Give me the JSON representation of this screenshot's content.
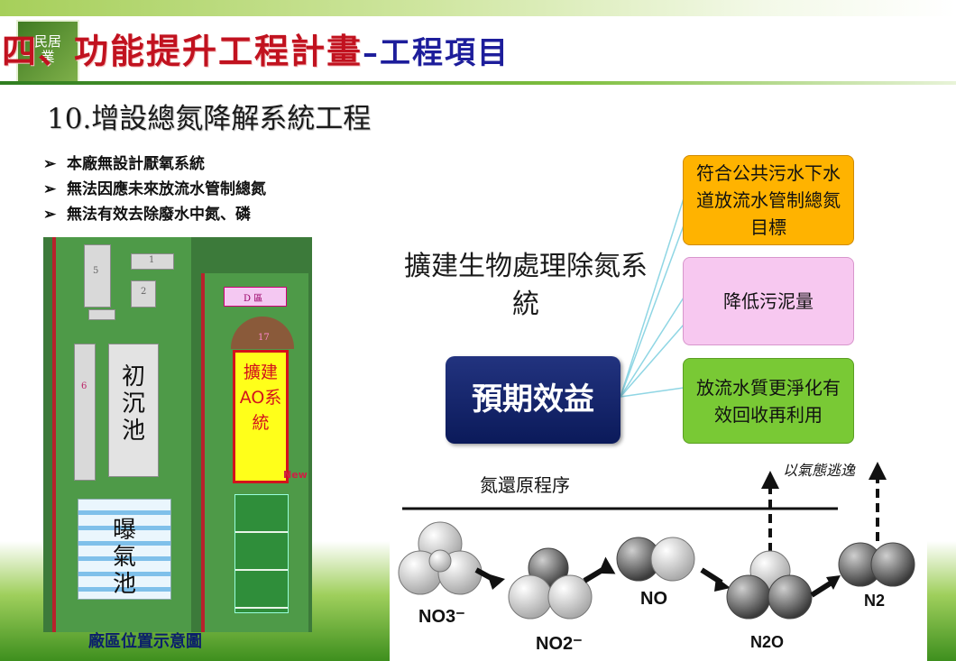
{
  "header": {
    "logo_line1": "民居",
    "logo_line2": "業",
    "title_main": "四、功能提升工程計畫",
    "title_sub": "–工程項目"
  },
  "section": {
    "title": "10.增設總氮降解系統工程"
  },
  "bullets": [
    "本廠無設計厭氧系統",
    "無法因應未來放流水管制總氮",
    "無法有效去除廢水中氮、磷"
  ],
  "map": {
    "labels": {
      "zone_d": "D 區",
      "n1": "1",
      "n2": "2",
      "n5": "5",
      "n6": "6",
      "n17": "17",
      "primary_tank": "初沉池",
      "aeration_tank": "曝氣池",
      "ao_system": "擴建AO系統",
      "new_badge": "New"
    },
    "caption": "廠區位置示意圖"
  },
  "benefits": {
    "expand_title": "擴建生物處理除氮系統",
    "center_label": "預期效益",
    "items": [
      "符合公共污水下水道放流水管制總氮目標",
      "降低污泥量",
      "放流水質更淨化有效回收再利用"
    ],
    "colors": [
      "#ffb300",
      "#f7c8f0",
      "#79c935"
    ]
  },
  "process": {
    "title": "氮還原程序",
    "escape_label": "以氣態逃逸",
    "molecules": [
      "NO3⁻",
      "NO2⁻",
      "NO",
      "N2O",
      "N2"
    ]
  }
}
